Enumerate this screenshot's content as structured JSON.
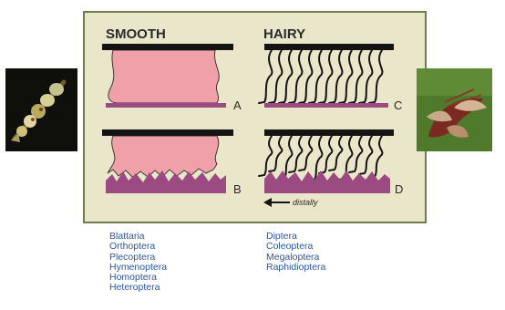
{
  "panel": {
    "smooth_heading": "SMOOTH",
    "hairy_heading": "HAIRY",
    "labels": {
      "a": "A",
      "b": "B",
      "c": "C",
      "d": "D"
    },
    "direction_label": "distally"
  },
  "orders_smooth": [
    "Blattaria",
    "Orthoptera",
    "Plecoptera",
    "Hymenoptera",
    "Homoptera",
    "Heteroptera"
  ],
  "orders_hairy": [
    "Diptera",
    "Coleoptera",
    "Megaloptera",
    "Raphidioptera"
  ],
  "colors": {
    "panel_bg": "#e9e6c9",
    "panel_border": "#6d7d4b",
    "pad": "#f0a0a8",
    "substrate": "#9b4a82",
    "bar": "#141414",
    "list_text": "#2b55a8"
  },
  "photos": {
    "left": "smooth-pad-leg-photo",
    "right": "hairy-pad-foot-photo"
  }
}
